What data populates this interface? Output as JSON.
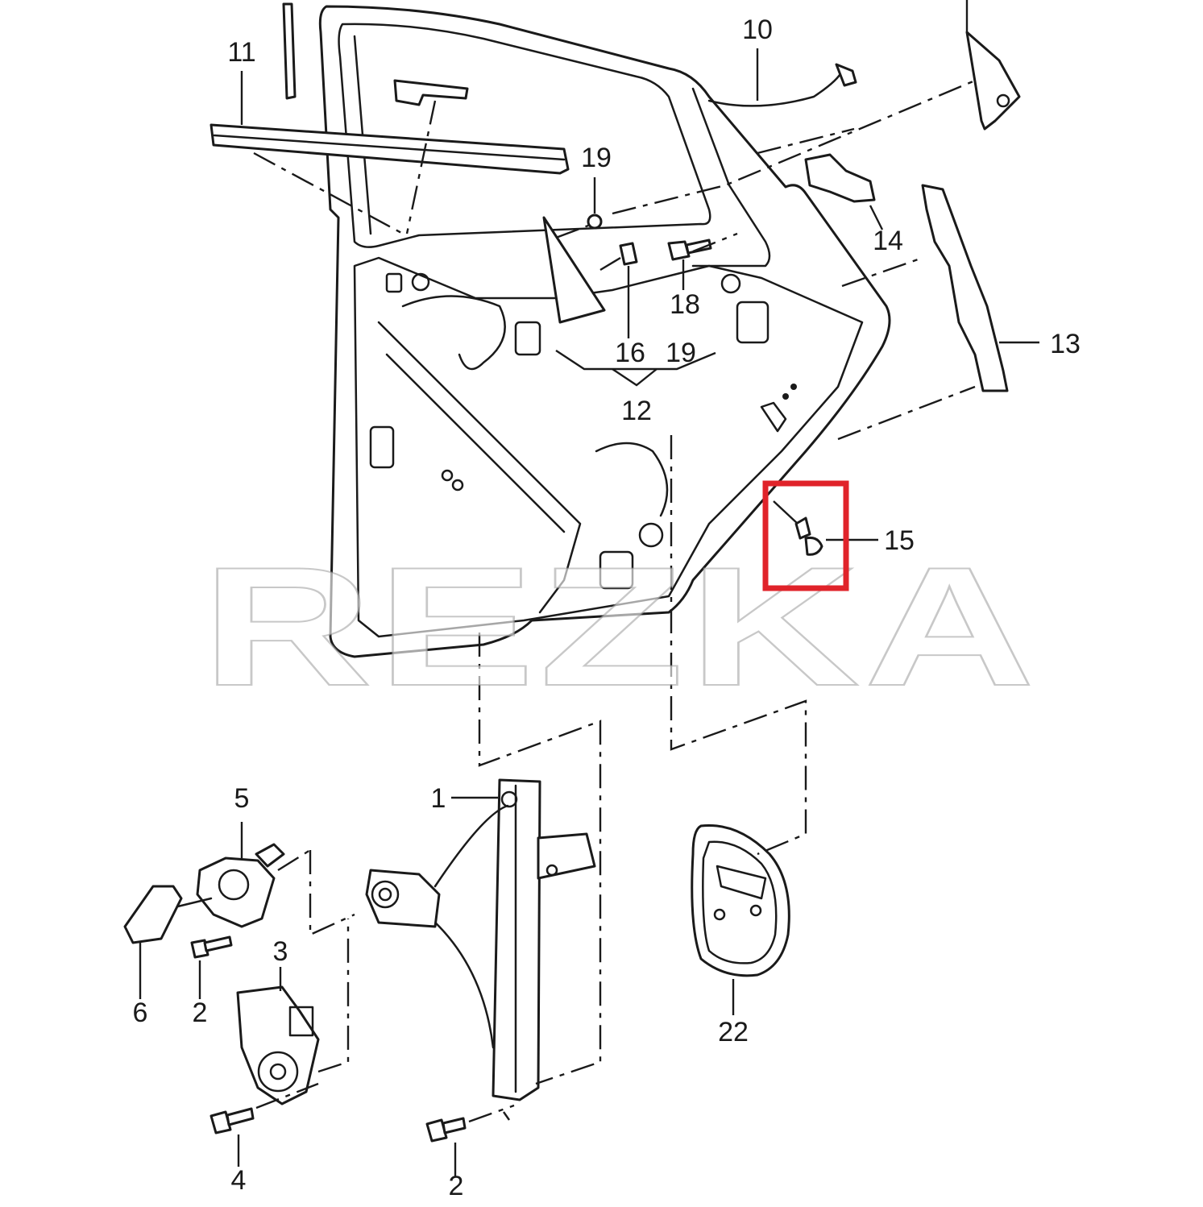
{
  "diagram": {
    "callouts": [
      {
        "id": "c1",
        "label": "1"
      },
      {
        "id": "c2a",
        "label": "2"
      },
      {
        "id": "c2b",
        "label": "2"
      },
      {
        "id": "c3",
        "label": "3"
      },
      {
        "id": "c4",
        "label": "4"
      },
      {
        "id": "c5",
        "label": "5"
      },
      {
        "id": "c6",
        "label": "6"
      },
      {
        "id": "c10",
        "label": "10"
      },
      {
        "id": "c11",
        "label": "11"
      },
      {
        "id": "c12",
        "label": "12"
      },
      {
        "id": "c13",
        "label": "13"
      },
      {
        "id": "c14",
        "label": "14"
      },
      {
        "id": "c15",
        "label": "15"
      },
      {
        "id": "c16",
        "label": "16"
      },
      {
        "id": "c18",
        "label": "18"
      },
      {
        "id": "c19a",
        "label": "19"
      },
      {
        "id": "c19b",
        "label": "19"
      },
      {
        "id": "c22",
        "label": "22"
      }
    ],
    "highlight": {
      "target": "15",
      "color": "#e0232a"
    },
    "watermark": "REZKA",
    "colors": {
      "line": "#1a1a1a",
      "background": "#ffffff",
      "highlight": "#e0232a"
    }
  }
}
